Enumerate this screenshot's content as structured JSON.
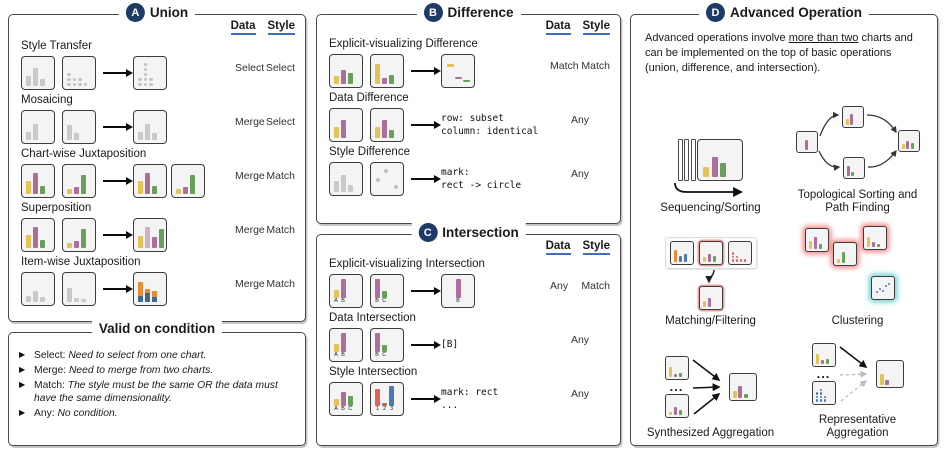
{
  "colors": {
    "badge_navy": "#1e3a66",
    "header_underline_blue": "#3f6ec0",
    "bar_yellow": "#e6c155",
    "bar_purple": "#ad6e9c",
    "bar_green": "#699f5d",
    "bar_gray": "#c9c9c9",
    "bar_orange": "#ec8a33",
    "bar_blue": "#41688f",
    "bar_red": "#e0605e",
    "bar_brown": "#a0725c",
    "bar_steel": "#4a7ab5",
    "cluster_glow_red": "#f06e6e",
    "cluster_glow_teal": "#5ac8cd"
  },
  "icons": {
    "bullet": "▶"
  },
  "union": {
    "badge": "A",
    "title": "Union",
    "headers": {
      "data": "Data",
      "style": "Style"
    },
    "rows": [
      {
        "label": "Style Transfer",
        "data": "Select",
        "style": "Select"
      },
      {
        "label": "Mosaicing",
        "data": "Merge",
        "style": "Select"
      },
      {
        "label": "Chart-wise Juxtaposition",
        "data": "Merge",
        "style": "Match"
      },
      {
        "label": "Superposition",
        "data": "Merge",
        "style": "Match"
      },
      {
        "label": "Item-wise Juxtaposition",
        "data": "Merge",
        "style": "Match"
      }
    ]
  },
  "difference": {
    "badge": "B",
    "title": "Difference",
    "headers": {
      "data": "Data",
      "style": "Style"
    },
    "rows": [
      {
        "label": "Explicit-visualizing Difference",
        "data": "Match",
        "style": "Match"
      },
      {
        "label": "Data Difference",
        "code_line1": "row: subset",
        "code_line2": "column: identical",
        "data": "Any"
      },
      {
        "label": "Style Difference",
        "code_line1": "mark:",
        "code_line2": "rect -> circle",
        "data": "Any"
      }
    ]
  },
  "intersection": {
    "badge": "C",
    "title": "Intersection",
    "headers": {
      "data": "Data",
      "style": "Style"
    },
    "rows": [
      {
        "label": "Explicit-visualizing Intersection",
        "data": "Any",
        "style": "Match",
        "chart1_labels": [
          "A",
          "B"
        ],
        "chart2_labels": [
          "B",
          "C"
        ],
        "result_labels": [
          "B"
        ]
      },
      {
        "label": "Data Intersection",
        "code_line1": "[B]",
        "data": "Any",
        "chart1_labels": [
          "A",
          "B"
        ],
        "chart2_labels": [
          "B",
          "C"
        ]
      },
      {
        "label": "Style Intersection",
        "code_line1": "mark: rect",
        "code_line2": "...",
        "data": "Any",
        "chart1_labels": [
          "A",
          "B",
          "C"
        ],
        "chart2_labels": [
          "1",
          "2",
          "3"
        ]
      }
    ]
  },
  "advanced": {
    "badge": "D",
    "title": "Advanced Operation",
    "desc_pre": "Advanced operations involve ",
    "desc_underline": "more than two",
    "desc_post": " charts and can be implemented on the top of basic operations (union, difference, and intersection).",
    "ellipsis": "...",
    "items": [
      {
        "caption": "Sequencing/Sorting"
      },
      {
        "caption": "Topological Sorting and Path Finding"
      },
      {
        "caption": "Matching/Filtering"
      },
      {
        "caption": "Clustering"
      },
      {
        "caption": "Synthesized Aggregation"
      },
      {
        "caption": "Representative Aggregation"
      }
    ]
  },
  "conditions": {
    "title": "Valid on condition",
    "items": [
      {
        "term": "Select:",
        "desc": "Need to select from one chart."
      },
      {
        "term": "Merge:",
        "desc": "Need to merge from two charts."
      },
      {
        "term": "Match:",
        "desc": "The style must be the same OR the data must have the same dimensionality."
      },
      {
        "term": "Any:",
        "desc": "No condition."
      }
    ]
  }
}
